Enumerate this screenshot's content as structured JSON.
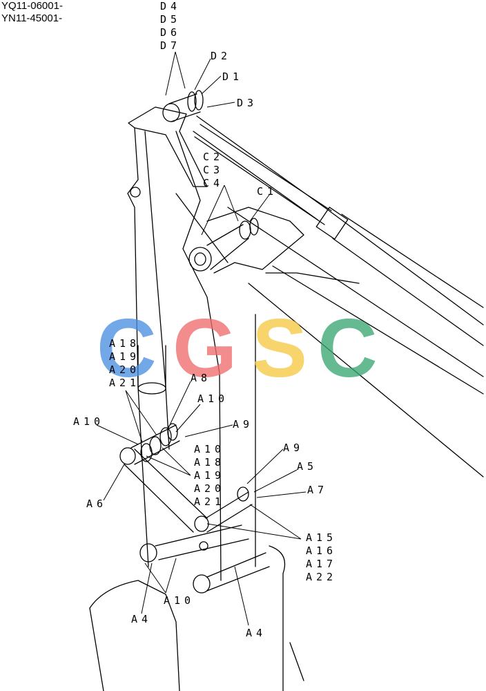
{
  "serials": [
    "YQ11-06001-",
    "YN11-45001-"
  ],
  "watermark": {
    "letters": [
      "C",
      "G",
      "S",
      "C"
    ],
    "colors": [
      "#4a90e2",
      "#f06b6b",
      "#f5c842",
      "#3aa672"
    ]
  },
  "labels": {
    "d4": "D4",
    "d5": "D5",
    "d6": "D6",
    "d7": "D7",
    "d2": "D2",
    "d1": "D1",
    "d3": "D3",
    "c2": "C2",
    "c3": "C3",
    "c4": "C4",
    "c1": "C1",
    "a18a": "A18",
    "a19a": "A19",
    "a20a": "A20",
    "a21a": "A21",
    "a8": "A8",
    "a10a": "A10",
    "a10b": "A10",
    "a9a": "A9",
    "a10c": "A10",
    "a18b": "A18",
    "a19b": "A19",
    "a20b": "A20",
    "a21b": "A21",
    "a6": "A6",
    "a9b": "A9",
    "a5": "A5",
    "a7": "A7",
    "a15": "A15",
    "a16": "A16",
    "a17": "A17",
    "a22": "A22",
    "a10d": "A10",
    "a4a": "A4",
    "a4b": "A4"
  }
}
